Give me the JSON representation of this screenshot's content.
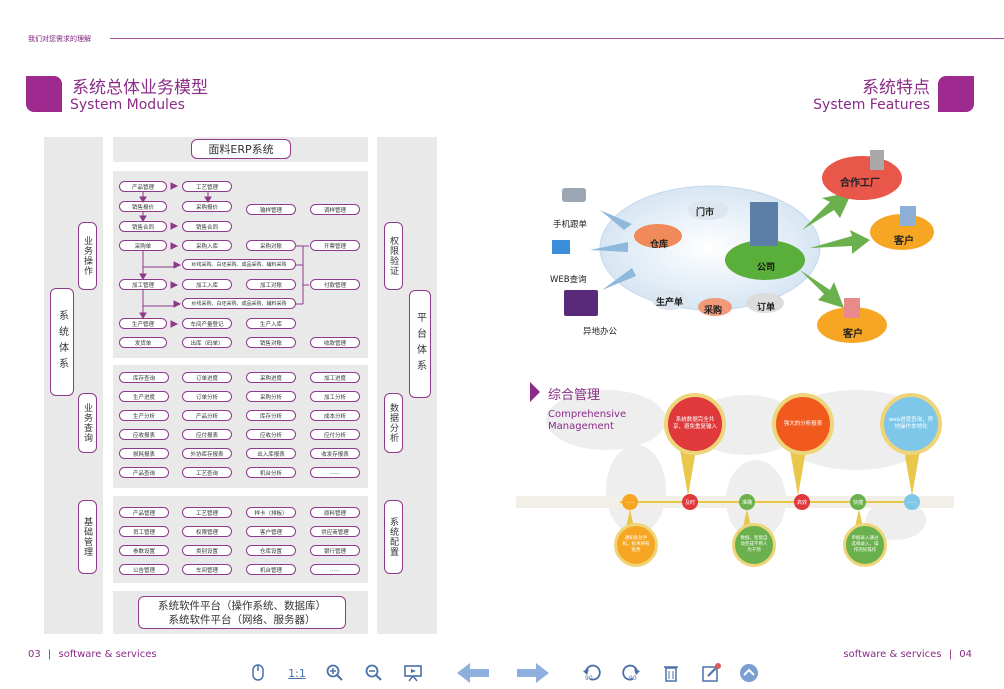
{
  "header": {
    "caption": "我们对您需求的理解"
  },
  "left": {
    "title_cn": "系统总体业务模型",
    "title_en": "System Modules",
    "erp_title": "面料ERP系统",
    "side_left_outer": "系统体系",
    "side_left": [
      "业务操作",
      "业务查询",
      "基础管理"
    ],
    "side_right": [
      "权限验证",
      "数据分析",
      "系统配置"
    ],
    "side_right_outer": "平台体系",
    "ops": {
      "r1": [
        "产品管理",
        "工艺管理"
      ],
      "r2": [
        "销售报价",
        "采购报价",
        "输样管理",
        "调样管理"
      ],
      "r3": [
        "销售合同",
        "销售合同"
      ],
      "r4": [
        "采购单",
        "采购入库",
        "采购对账",
        "开票管理"
      ],
      "r5": "纱线采购、白坯采购、成品采购、辅料采购",
      "r6": [
        "加工管理",
        "加工入库",
        "加工对账",
        "付款管理"
      ],
      "r7": "纱线采购、白坯采购、成品采购、辅料采购",
      "r8": [
        "生产管理",
        "车间产量登记",
        "生产入库"
      ],
      "r9": [
        "发货单",
        "出库（码单）",
        "销售对账",
        "收款管理"
      ]
    },
    "query": [
      [
        "库存查询",
        "订单进度",
        "采购进度",
        "加工进度"
      ],
      [
        "生产进度",
        "订单分析",
        "采购分析",
        "加工分析"
      ],
      [
        "生产分析",
        "产品分析",
        "库存分析",
        "成本分析"
      ],
      [
        "应收报表",
        "应付报表",
        "应收分析",
        "应付分析"
      ],
      [
        "损耗报表",
        "外协库存报表",
        "出入库报表",
        "收发存报表"
      ],
      [
        "产品查询",
        "工艺查询",
        "机台分析",
        "……"
      ]
    ],
    "base": [
      [
        "产品管理",
        "工艺管理",
        "样卡（排板）",
        "原料管理"
      ],
      [
        "员工管理",
        "权限管理",
        "客户管理",
        "供应商管理"
      ],
      [
        "参数设置",
        "类别设置",
        "仓库设置",
        "银行管理"
      ],
      [
        "公告管理",
        "车间管理",
        "机台管理",
        "……"
      ]
    ],
    "platform": [
      "系统软件平台（操作系统、数据库）",
      "系统软件平台（网络、服务器）"
    ]
  },
  "right": {
    "title_cn": "系统特点",
    "title_en": "System Features",
    "inputs": [
      "手机跟单",
      "WEB查询",
      "异地办公"
    ],
    "nodes": {
      "store": "门市",
      "warehouse": "仓库",
      "company": "公司",
      "production": "生产单",
      "purchase": "采购",
      "order": "订单"
    },
    "outputs": [
      "合作工厂",
      "客户",
      "客户"
    ],
    "mgmt_title_cn": "综合管理",
    "mgmt_title_en": "Comprehensive Management",
    "big_pins": [
      "系统数据完全共享、避免重复输入",
      "强大的分析报表",
      "web进度查询，异地操作本地化"
    ],
    "timeline_dots": [
      "……",
      "及时",
      "准确",
      "高效",
      "快捷",
      "……"
    ],
    "small_pins": [
      "通知处处手机、技术将有优势",
      "数据，智能自动完成不用人为干预",
      "单据录入通过选择录入，操作完好操作"
    ]
  },
  "footer": {
    "left_page": "03",
    "left_text": "software & services",
    "right_text": "software & services",
    "right_page": "04"
  },
  "toolbar": {
    "zoom_label": "1:1",
    "rotate_left": "90",
    "rotate_right": "90"
  },
  "colors": {
    "brand": "#8a2c88",
    "green": "#3a9a3a",
    "orange": "#f08a1c",
    "red": "#e0393c"
  }
}
